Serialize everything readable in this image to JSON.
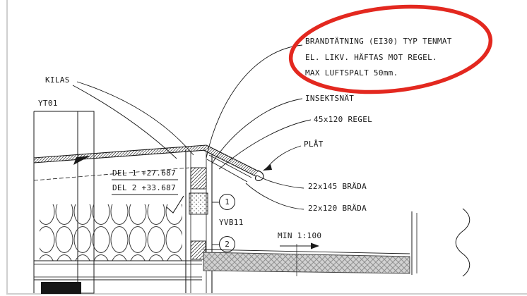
{
  "note": {
    "line1": "BRANDTÄTNING (EI30) TYP TENMAT",
    "line2": "EL. LIKV. HÄFTAS MOT REGEL.",
    "line3": "MAX LUFTSPALT 50mm."
  },
  "labels": {
    "kilas": "KILAS",
    "yt01": "YT01",
    "insektsnat": "INSEKTSNÄT",
    "regel_45x120": "45x120 REGEL",
    "plat": "PLÅT",
    "brada_22x145": "22x145 BRÄDA",
    "brada_22x120": "22x120 BRÄDA",
    "del1": "DEL 1 +27.687",
    "del2": "DEL 2 +33.687",
    "yvb11": "YVB11",
    "min_slope": "MIN 1:100"
  },
  "callouts": {
    "detail1": "1",
    "detail2": "2"
  },
  "colors": {
    "highlight_red": "#e3281f",
    "line_black": "#1a1a1a",
    "slab_gray": "#d2d2d2"
  }
}
